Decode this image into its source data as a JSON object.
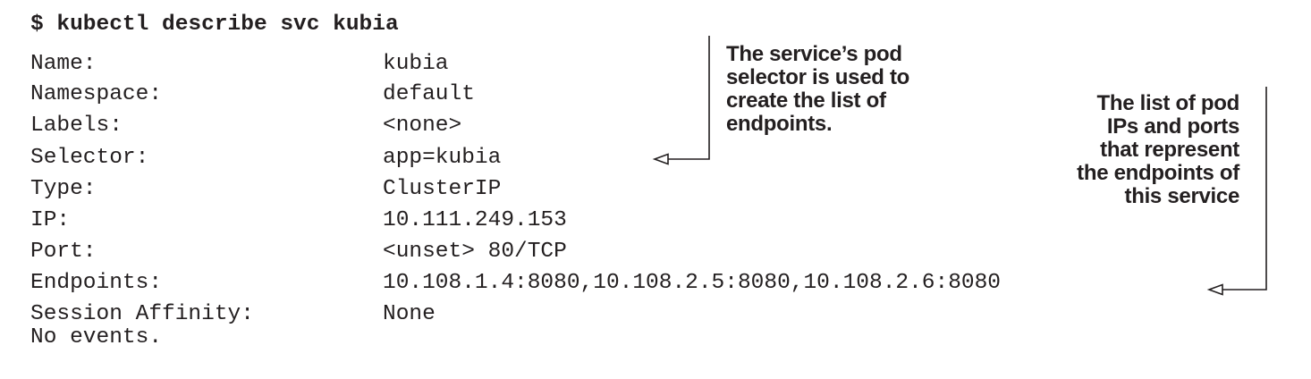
{
  "command": "$ kubectl describe svc kubia",
  "rows": [
    {
      "label": "Name:",
      "value": "kubia"
    },
    {
      "label": "Namespace:",
      "value": "default"
    },
    {
      "label": "Labels:",
      "value": "<none>"
    },
    {
      "label": "Selector:",
      "value": "app=kubia"
    },
    {
      "label": "Type:",
      "value": "ClusterIP"
    },
    {
      "label": "IP:",
      "value": "10.111.249.153"
    },
    {
      "label": "Port:",
      "value": "<unset> 80/TCP"
    },
    {
      "label": "Endpoints:",
      "value": "10.108.1.4:8080,10.108.2.5:8080,10.108.2.6:8080"
    },
    {
      "label": "Session Affinity:",
      "value": "None"
    }
  ],
  "trailer": "No events.",
  "annotations": {
    "selector": {
      "lines": [
        "The service’s pod",
        "selector is used to",
        "create the list of",
        "endpoints."
      ]
    },
    "endpoints": {
      "lines": [
        "The list of pod",
        "IPs and ports",
        "that represent",
        "the endpoints of",
        "this service"
      ]
    }
  },
  "colors": {
    "text": "#231f20",
    "callout_line": "#231f20"
  }
}
